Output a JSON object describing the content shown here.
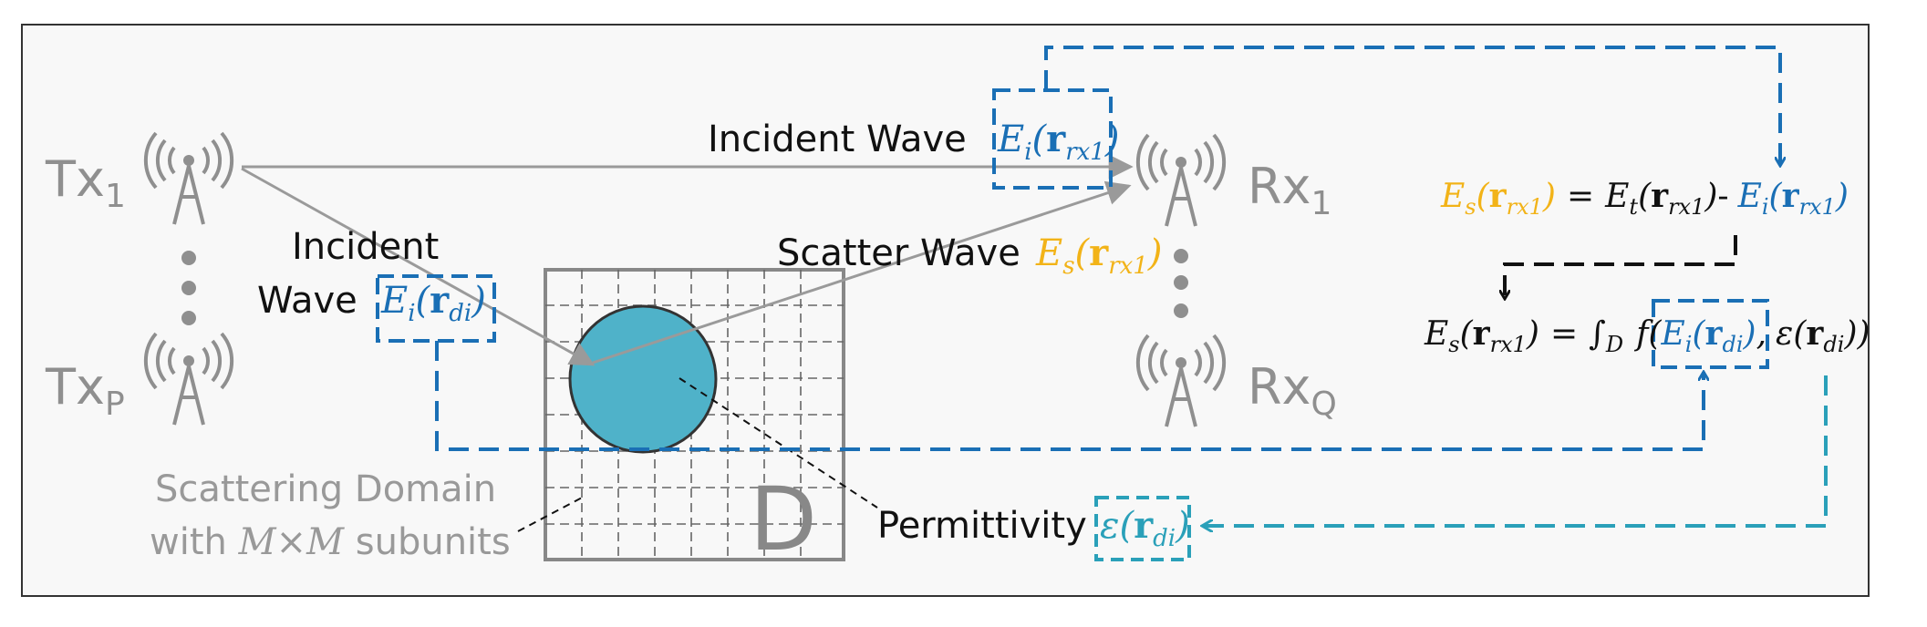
{
  "colors": {
    "background": "#f8f8f8",
    "frame": "#333333",
    "antenna_gray": "#8f8f8f",
    "incident_blue": "#1a6fb5",
    "scatter_yellow": "#f2b318",
    "permittivity_teal": "#2aa0b9",
    "object_fill": "#4fb2c9",
    "arrow_gray": "#9a9a9a",
    "text_dark": "#111111"
  },
  "icons": {
    "tx_antenna": "antenna-tower-icon",
    "rx_antenna": "antenna-tower-icon"
  },
  "transmitters": {
    "tx1_base": "Tx",
    "tx1_sub": "1",
    "txp_base": "Tx",
    "txp_sub": "P"
  },
  "receivers": {
    "rx1_base": "Rx",
    "rx1_sub": "1",
    "rxq_base": "Rx",
    "rxq_sub": "Q"
  },
  "labels": {
    "incident_wave_top": "Incident Wave",
    "incident_left_line1": "Incident",
    "incident_left_line2": "Wave",
    "scatter_wave": "Scatter Wave",
    "domain_line1": "Scattering Domain",
    "domain_with": "with",
    "domain_M1": "M",
    "domain_times": "×",
    "domain_M2": "M",
    "domain_subunits": "subunits",
    "domain_letter": "D",
    "permittivity": "Permittivity"
  },
  "math": {
    "E": "E",
    "sub_i": "i",
    "sub_s": "s",
    "sub_t": "t",
    "sub_D": "D",
    "r": "r",
    "rx1": "rx1",
    "di": "di",
    "lparen": "(",
    "rparen": ")",
    "eq": "=",
    "minus": "-",
    "integral": "∫",
    "f": "f",
    "comma": ",",
    "epsilon": "ε"
  }
}
